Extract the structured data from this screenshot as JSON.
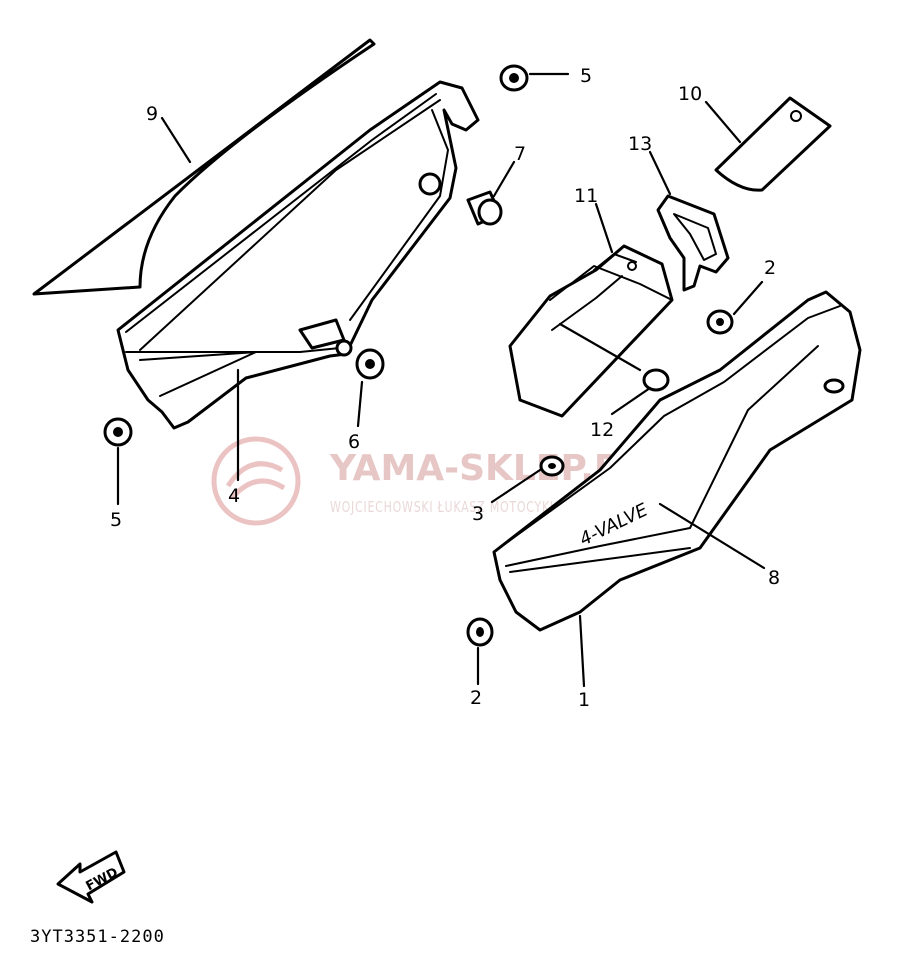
{
  "callouts": {
    "c9": "9",
    "c5a": "5",
    "c7": "7",
    "c10": "10",
    "c13": "13",
    "c11": "11",
    "c2a": "2",
    "c12": "12",
    "c6": "6",
    "c4": "4",
    "c5b": "5",
    "c3": "3",
    "c8": "8",
    "c1": "1",
    "c2b": "2"
  },
  "decal_text": "4-VALVE",
  "fwd_label": "FWD",
  "diagram_code": "3YT3351-2200",
  "watermark": {
    "title": "YAMA-SKLEP.PL",
    "subtitle": "WOJCIECHOWSKI ŁUKASZ MOTOCYKLE I CZĘŚCI ZAMIENNE"
  },
  "colors": {
    "line": "#000000",
    "background": "#ffffff",
    "watermark": "#e0b0b0"
  }
}
